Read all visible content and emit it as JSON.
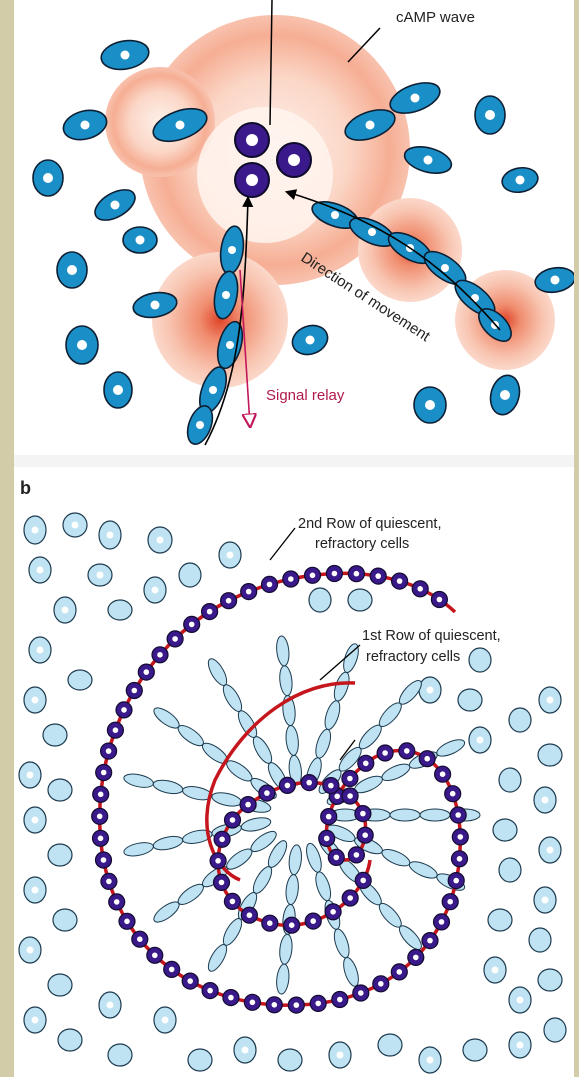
{
  "panel_b_letter": "b",
  "labels": {
    "camp_wave": "cAMP wave",
    "direction": "Direction of movement",
    "signal_relay": "Signal relay",
    "row2_line1": "2nd Row of quiescent,",
    "row2_line2": "refractory cells",
    "row1_line1": "1st Row of quiescent,",
    "row1_line2": "refractory cells"
  },
  "colors": {
    "cell_blue": "#1a8fc7",
    "cell_outline": "#0d1f33",
    "center_cell": "#3a1a8a",
    "wave": "#f4a58a",
    "relay_arrow": "#c2185b",
    "spiral": "#c4161c",
    "pale_cell": "#bfe3f2"
  }
}
